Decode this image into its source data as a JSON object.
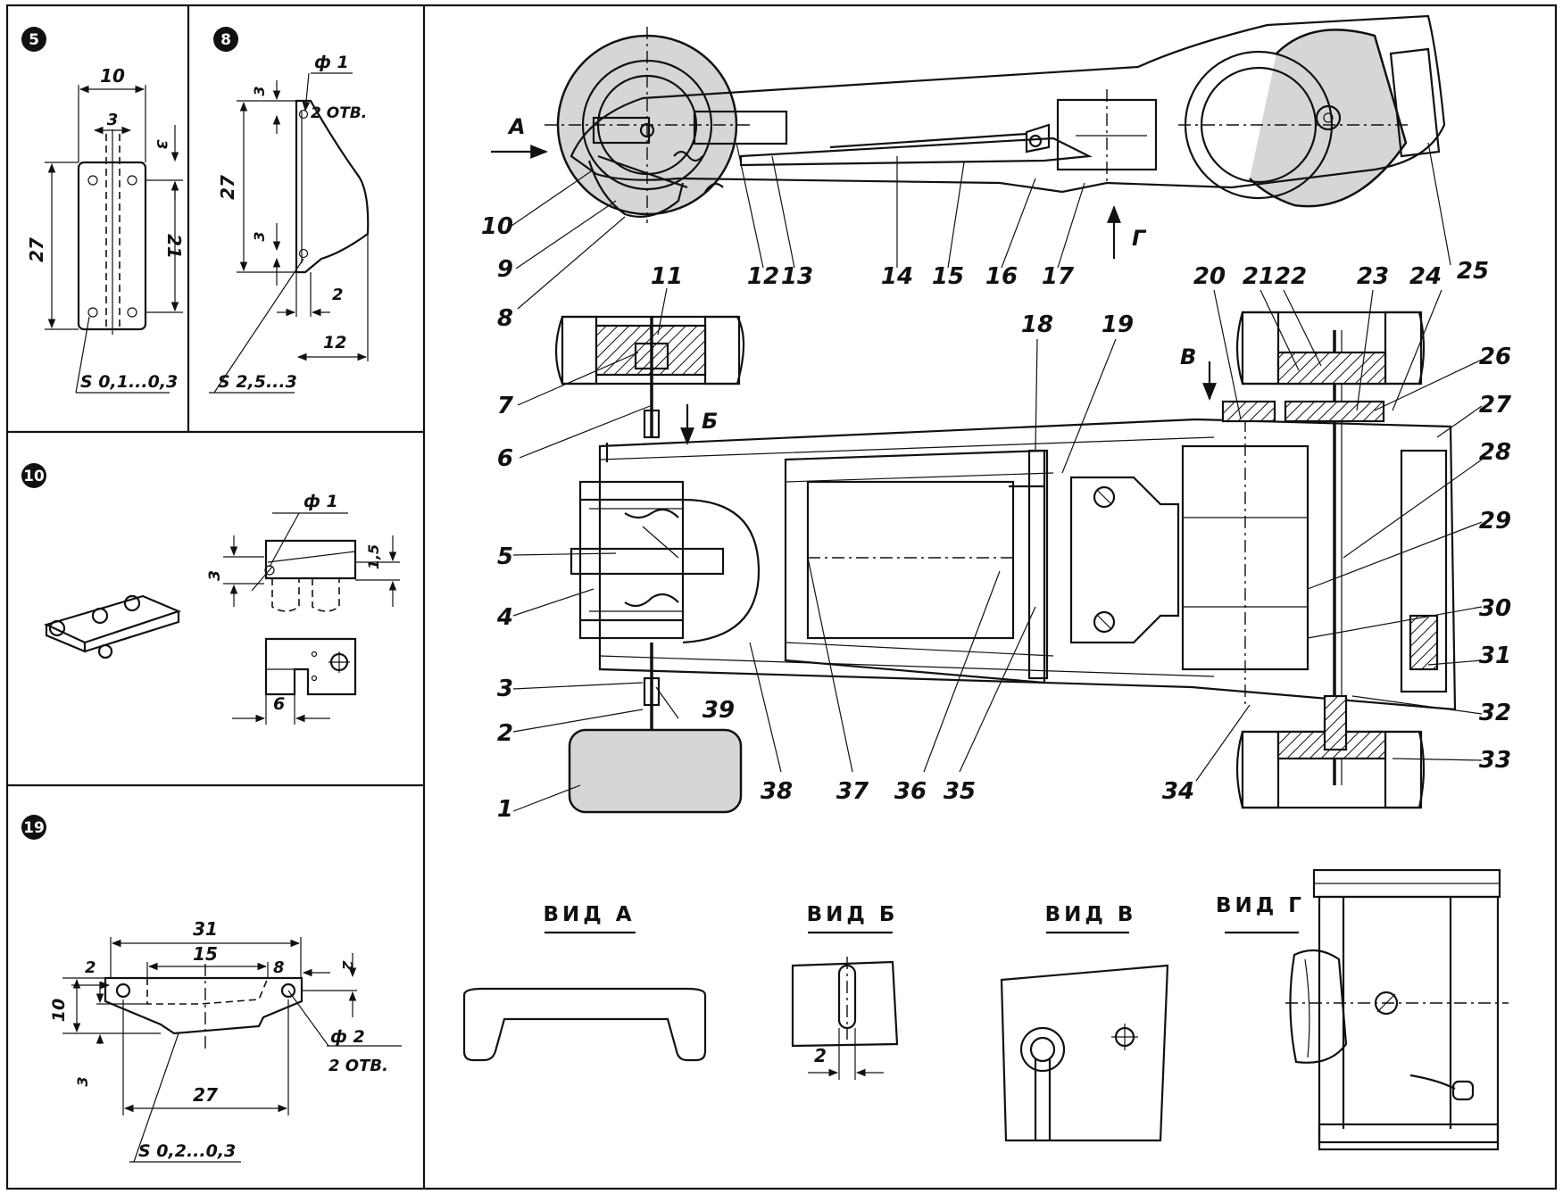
{
  "panels": {
    "p5": {
      "badge": "5",
      "dims": {
        "d10": "10",
        "d3": "3",
        "d3b": "3",
        "d27": "27",
        "d21": "21"
      },
      "material": "S 0,1...0,3"
    },
    "p8": {
      "badge": "8",
      "dims": {
        "d3a": "3",
        "d27": "27",
        "d3b": "3",
        "d2": "2",
        "d12": "12"
      },
      "hole": "ф 1",
      "holes": "2 ОТВ.",
      "material": "S 2,5...3"
    },
    "p10": {
      "badge": "10",
      "hole": "ф 1",
      "dims": {
        "d3": "3",
        "d15": "1,5",
        "d6": "6"
      }
    },
    "p19": {
      "badge": "19",
      "dims": {
        "d31": "31",
        "d2a": "2",
        "d15": "15",
        "d8": "8",
        "d2b": "2",
        "d10": "10",
        "d3": "3",
        "d27": "27"
      },
      "hole": "ф 2",
      "holes": "2 ОТВ.",
      "material": "S 0,2...0,3"
    }
  },
  "callouts": [
    "1",
    "2",
    "3",
    "4",
    "5",
    "6",
    "7",
    "8",
    "9",
    "10",
    "11",
    "12",
    "13",
    "14",
    "15",
    "16",
    "17",
    "18",
    "19",
    "20",
    "21",
    "22",
    "23",
    "24",
    "25",
    "26",
    "27",
    "28",
    "29",
    "30",
    "31",
    "32",
    "33",
    "34",
    "35",
    "36",
    "37",
    "38",
    "39"
  ],
  "view_markers": {
    "a": "А",
    "b": "Б",
    "v": "В",
    "g": "Г"
  },
  "views": {
    "a": "ВИД А",
    "b": "ВИД Б",
    "v": "ВИД В",
    "g": "ВИД Г"
  },
  "view_b_dim": "2"
}
